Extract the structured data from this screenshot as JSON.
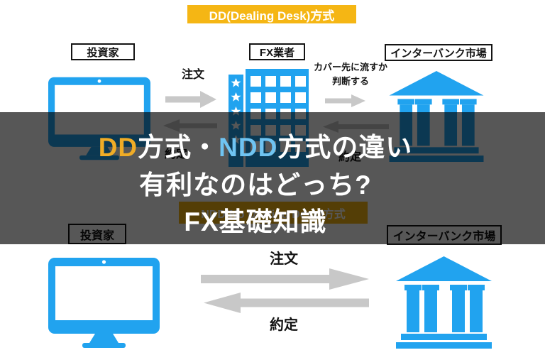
{
  "colors": {
    "banner_yellow": "#F5B614",
    "icon_blue": "#21A3EF",
    "arrow_gray": "#C8C8C8",
    "title_dd_yellow": "#F0AC26",
    "title_ndd_blue": "#6FC4F2",
    "overlay_dim": "rgba(0,0,0,0.66)",
    "text_black": "#141414",
    "background": "#ffffff"
  },
  "title": {
    "dd": "DD",
    "mid": "方式・",
    "ndd": "NDD",
    "tail": "方式の違い",
    "line2": "有利なのはどっち?",
    "line3": "FX基礎知識"
  },
  "dd_section": {
    "banner": "DD(Dealing Desk)方式",
    "investor": "投資家",
    "broker": "FX業者",
    "interbank": "インターバンク市場",
    "order": "注文",
    "execution_left": "約定",
    "execution_right": "約定",
    "cover_line1": "カバー先に流すか",
    "cover_line2": "判断する"
  },
  "ndd_section": {
    "banner": "NDD(No Dealing Desk)方式",
    "investor": "投資家",
    "interbank": "インターバンク市場",
    "order": "注文",
    "execution": "約定"
  }
}
